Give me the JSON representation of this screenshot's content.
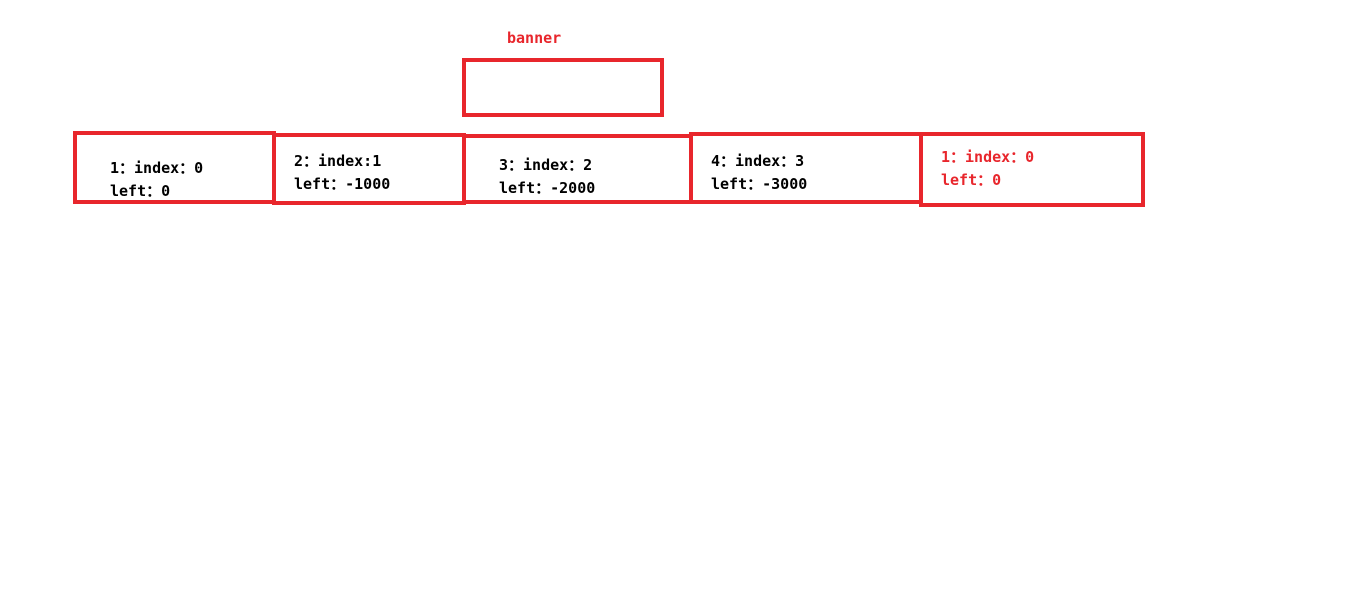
{
  "banner": {
    "label": "banner",
    "color": "#e8262c"
  },
  "slides": [
    {
      "index_text": "1：index：0",
      "left_text": "left：0",
      "color": "#000000"
    },
    {
      "index_text": "2：index:1",
      "left_text": "left：-1000",
      "color": "#000000"
    },
    {
      "index_text": "3：index：2",
      "left_text": "left：-2000",
      "color": "#000000"
    },
    {
      "index_text": "4：index：3",
      "left_text": "left：-3000",
      "color": "#000000"
    },
    {
      "index_text": "1：index：0",
      "left_text": "left：0",
      "color": "#e8262c"
    }
  ],
  "border_color": "#e8262c"
}
